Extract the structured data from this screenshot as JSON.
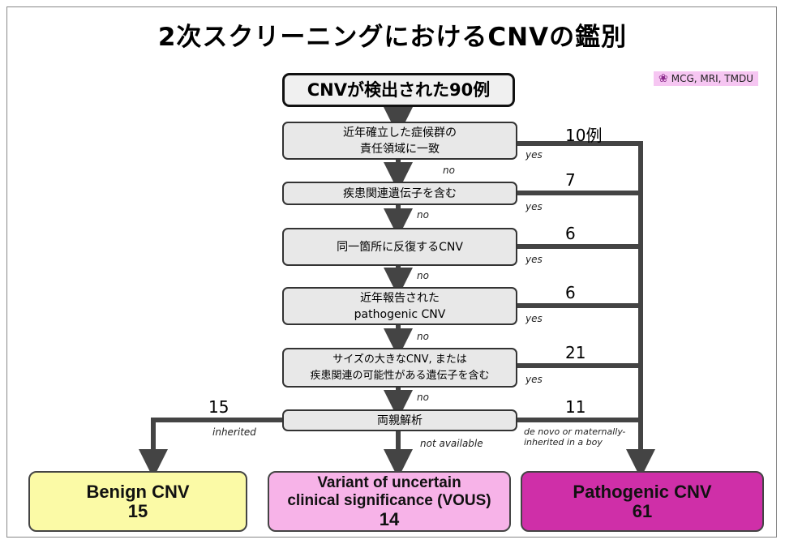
{
  "title": "2次スクリーニングにおけるCNVの鑑別",
  "credit": {
    "icon": "flower-icon",
    "text": "MCG, MRI, TMDU"
  },
  "start": "CNVが検出された90例",
  "steps": [
    {
      "line1": "近年確立した症候群の",
      "line2": "責任領域に一致",
      "yes": "yes",
      "no": "no",
      "count": "10例"
    },
    {
      "line1": "疾患関連遺伝子を含む",
      "line2": "",
      "yes": "yes",
      "no": "no",
      "count": "7"
    },
    {
      "line1": "同一箇所に反復するCNV",
      "line2": "",
      "yes": "yes",
      "no": "no",
      "count": "6"
    },
    {
      "line1": "近年報告された",
      "line2": "pathogenic CNV",
      "yes": "yes",
      "no": "no",
      "count": "6"
    },
    {
      "line1": "サイズの大きなCNV, または",
      "line2": "疾患関連の可能性がある遺伝子を含む",
      "yes": "yes",
      "no": "no",
      "count": "21"
    }
  ],
  "parent": {
    "label": "両親解析",
    "left_label": "inherited",
    "left_count": "15",
    "down_label": "not available",
    "right_label_1": "de novo or maternally-",
    "right_label_2": "inherited in a boy",
    "right_count": "11"
  },
  "results": {
    "benign": {
      "name": "Benign CNV",
      "count": "15",
      "color": "#fbfaa6"
    },
    "vous": {
      "name1": "Variant of uncertain",
      "name2": "clinical significance (VOUS)",
      "count": "14",
      "color": "#f7b3e8"
    },
    "pathogenic": {
      "name": "Pathogenic CNV",
      "count": "61",
      "color": "#cf2fa8"
    }
  }
}
